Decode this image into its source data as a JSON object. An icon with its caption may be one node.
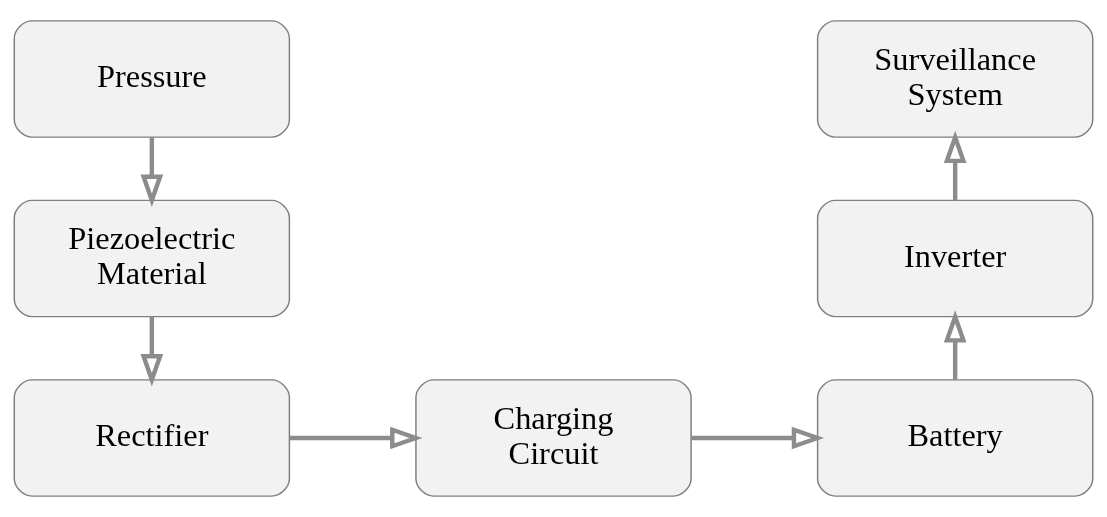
{
  "diagram": {
    "nodes": [
      {
        "text": [
          "Pressure"
        ]
      },
      {
        "text": [
          "Piezoelectric Material"
        ]
      },
      {
        "text": [
          "Rectifier"
        ]
      },
      {
        "text": [
          "Charging Circuit"
        ]
      },
      {
        "text": [
          "Battery"
        ]
      },
      {
        "text": [
          "Inverter"
        ]
      },
      {
        "text": [
          "Surveillance System"
        ]
      }
    ],
    "edges": [
      {
        "from": 0,
        "to": 1,
        "arrow": "to"
      },
      {
        "from": 1,
        "to": 2,
        "arrow": "to"
      },
      {
        "from": 2,
        "to": 3,
        "arrow": "to"
      },
      {
        "from": 3,
        "to": 4,
        "arrow": "to"
      },
      {
        "from": 4,
        "to": 5,
        "arrow": "to"
      },
      {
        "from": 5,
        "to": 6,
        "arrow": "to"
      }
    ]
  }
}
